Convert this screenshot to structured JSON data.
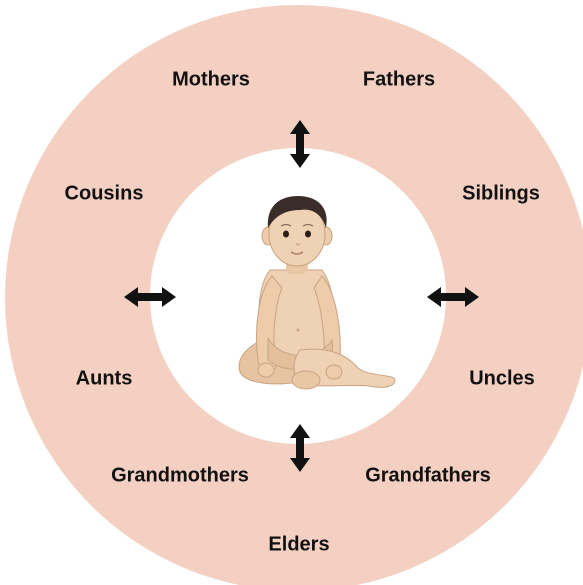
{
  "diagram": {
    "colors": {
      "outer_ring": "#f4d0c2",
      "inner_disc": "#ffffff",
      "arrow": "#111111",
      "skin": "#efd2b4",
      "hair": "#3a2c28"
    },
    "center": {
      "icon": "baby-sitting-icon"
    },
    "labels": {
      "mothers": "Mothers",
      "fathers": "Fathers",
      "cousins": "Cousins",
      "siblings": "Siblings",
      "aunts": "Aunts",
      "uncles": "Uncles",
      "grandmothers": "Grandmothers",
      "grandfathers": "Grandfathers",
      "elders": "Elders"
    },
    "arrows": [
      "top",
      "left",
      "right",
      "bottom"
    ]
  }
}
